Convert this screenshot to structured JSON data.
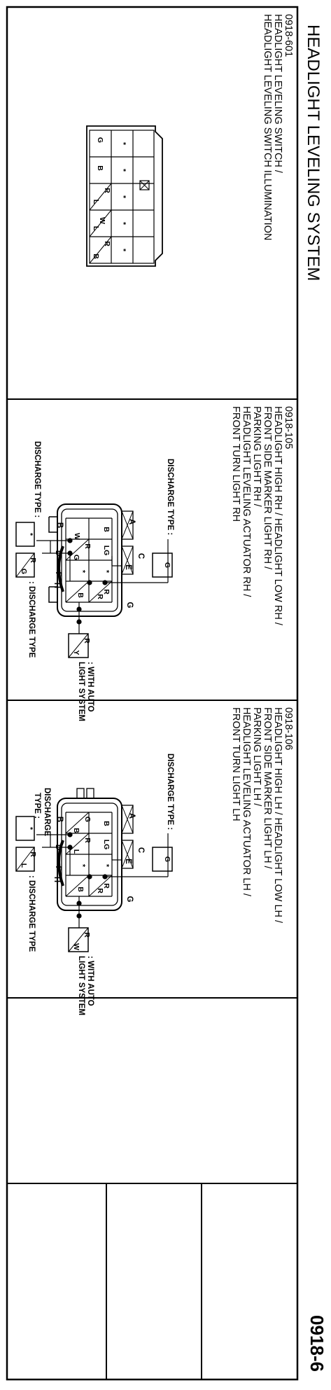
{
  "title": "HEADLIGHT LEVELING SYSTEM",
  "page_number": "0918-6",
  "connectors": [
    {
      "id": "0918-601",
      "lines": [
        "HEADLIGHT LEVELING SWITCH /",
        "HEADLIGHT LEVELING SWITCH ILLUMINATION"
      ],
      "pins": {
        "r1": [
          "*",
          "*",
          "*",
          "*"
        ],
        "r2": [
          "B",
          "*",
          "*",
          "*"
        ],
        "gnd": "G",
        "diag_a": "R",
        "diag_b": "L",
        "w": "W",
        "diag_c": "L",
        "diag_d": "R",
        "diag_e": "B"
      }
    },
    {
      "id": "0918-105",
      "lines": [
        "HEADLIGHT HIGH RH / HEADLIGHT LOW RH /",
        "FRONT SIDE MARKER LIGHT RH /",
        "PARKING LIGHT RH /",
        "HEADLIGHT LEVELING ACTUATOR RH /",
        "FRONT TURN LIGHT RH"
      ],
      "pins": {
        "b1": "B",
        "lg": "LG",
        "star1": "*",
        "r1": "R",
        "star2": "*",
        "d_w": "W",
        "d_r": "R",
        "d_g": "G",
        "b2": "B",
        "r2": "R",
        "letters": [
          "A",
          "B",
          "C",
          "D",
          "E",
          "F",
          "G",
          "H"
        ]
      },
      "discharge_type_label": "DISCHARGE TYPE :",
      "discharge_top": "G",
      "discharge_left_label": "DISCHARGE TYPE :",
      "discharge_left": "*",
      "discharge_mid": [
        "R",
        "G"
      ],
      "discharge_mid_label": ": DISCHARGE TYPE",
      "auto": [
        "R",
        "Y"
      ],
      "auto_label": [
        ": WITH AUTO",
        "LIGHT SYSTEM"
      ]
    },
    {
      "id": "0918-106",
      "lines": [
        "HEADLIGHT HIGH LH / HEADLIGHT LOW LH /",
        "FRONT SIDE MARKER LIGHT LH /",
        "PARKING LIGHT LH /",
        "HEADLIGHT LEVELING ACTUATOR LH /",
        "FRONT TURN LIGHT LH"
      ],
      "pins": {
        "b1": "B",
        "lg": "LG",
        "star1": "*",
        "r1": "R",
        "star2": "*",
        "d_g": "G",
        "d_b": "B",
        "d_r": "R",
        "d_l": "L",
        "b2": "B",
        "r2": "R",
        "letters": [
          "A",
          "B",
          "C",
          "D",
          "E",
          "F",
          "G",
          "H"
        ]
      },
      "discharge_type_label": "DISCHARGE TYPE :",
      "discharge_top": "G",
      "discharge_left_label": [
        "DISCHARGE",
        "TYPE :"
      ],
      "discharge_left": "*",
      "discharge_mid": [
        "R",
        "L"
      ],
      "discharge_mid_label": ": DISCHARGE TYPE",
      "auto": [
        "R",
        "W"
      ],
      "auto_label": [
        ": WITH AUTO",
        "LIGHT SYSTEM"
      ]
    }
  ]
}
